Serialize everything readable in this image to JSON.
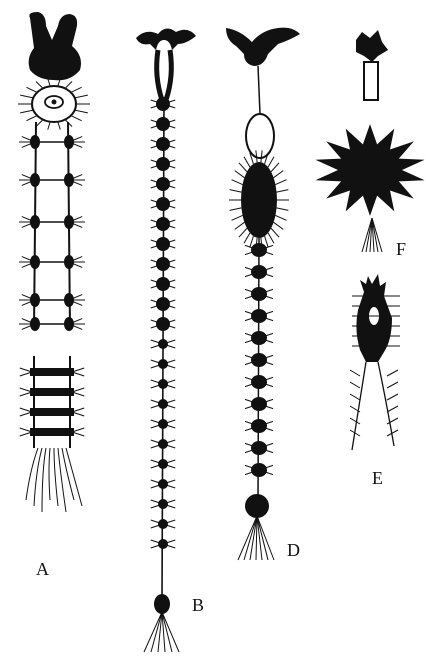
{
  "figure": {
    "labels": {
      "a": "A",
      "b": "B",
      "d": "D",
      "e": "E",
      "f": "F"
    }
  },
  "colors": {
    "ink": "#111111",
    "paper": "#ffffff"
  }
}
